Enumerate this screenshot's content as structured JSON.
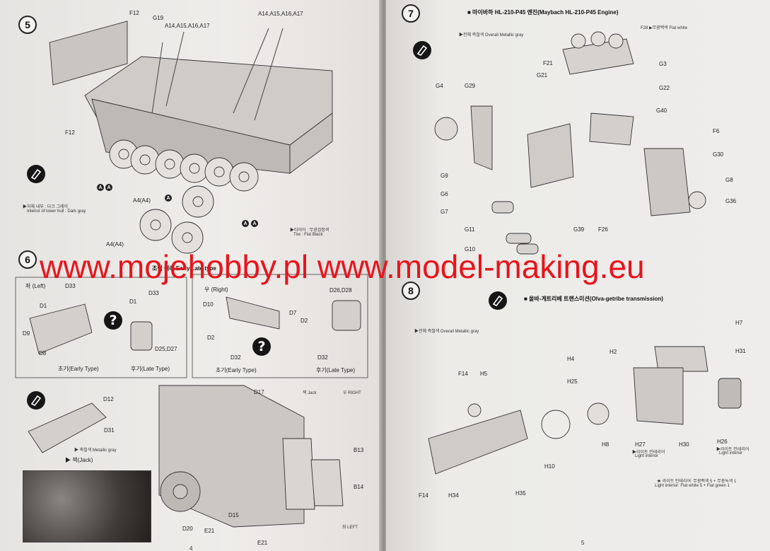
{
  "watermark": "www.mojehobby.pl www.model-making.eu",
  "left_page": {
    "page_number": "4",
    "step5": {
      "number": "5",
      "labels": {
        "f12_top": "F12",
        "g19": "G19",
        "a_group1": "A14,A15,A16,A17",
        "a_group2": "A14,A15,A16,A17",
        "f12_side": "F12",
        "a4_1": "A4(A4)",
        "a4_2": "A4(A4)"
      },
      "paint_note_ko": "▶차체 내부 : 다크 그레이",
      "paint_note_en": "Interior of lower hull : Dark gray",
      "tire_note_ko": "▶타이어 : 무광검정색",
      "tire_note_en": "Tire : Flat Black",
      "ab_marks": [
        "A",
        "A",
        "A",
        "A",
        "A"
      ]
    },
    "step6": {
      "number": "6",
      "header": "조립 여러 Early/Late type",
      "left_box": {
        "side": "좌 (Left)",
        "labels": [
          "D33",
          "D1",
          "D9",
          "D8",
          "D33",
          "D1",
          "D25,D27"
        ],
        "early": "초기(Early Type)",
        "late": "후기(Late Type)"
      },
      "right_box": {
        "side": "우 (Right)",
        "labels": [
          "D26,D28",
          "D10",
          "D7",
          "D2",
          "D2",
          "D32",
          "D32"
        ],
        "early": "초기(Early Type)",
        "late": "후기(Late Type)"
      },
      "jack_labels": [
        "D12",
        "D31"
      ],
      "jack_note": "▶ 측철색 Metallic gray",
      "jack_title": "▶ 잭(Jack)",
      "hull_labels": {
        "d17": "D17",
        "jack": "잭 Jack",
        "right": "우 RIGHT",
        "b13": "B13",
        "b14": "B14",
        "left": "좌 LEFT",
        "d20": "D20",
        "e21a": "E21",
        "d15": "D15",
        "e21b": "E21"
      }
    }
  },
  "right_page": {
    "page_number": "5",
    "step7": {
      "number": "7",
      "title": "■ 마이바하 HL-210-P45 엔진(Maybach HL-210-P45 Engine)",
      "note": "▶전체 측철색 Overall Metallic gray",
      "f28_note": "F28 ▶무광백색 Flat white",
      "labels": [
        "G3",
        "F21",
        "G21",
        "G4",
        "G29",
        "G22",
        "G40",
        "F6",
        "G30",
        "G8",
        "G36",
        "G9",
        "G6",
        "G7",
        "G11",
        "G10",
        "G39",
        "F26"
      ]
    },
    "step8": {
      "number": "8",
      "title": "■ 올바-게트리베 트랜스미션(Olva-getribe transmission)",
      "note": "▶전체 측철색 Overall Metallic gray",
      "labels": [
        "H7",
        "H2",
        "H31",
        "H4",
        "F14",
        "H5",
        "H25",
        "H8",
        "H27",
        "H30",
        "H26",
        "H10",
        "F14",
        "H34",
        "H35"
      ],
      "h27_note_ko": "▶라이트 인테리어",
      "h27_note_en": "Light interior",
      "h26_note_ko": "▶라이트 인테리어",
      "h26_note_en": "Light interior",
      "mix_note_ko": "★ 라이트 인테리어: 무광백색 5 + 무광녹색 1",
      "mix_note_en": "Light interior: Flat white 5 + Flat green 1"
    }
  }
}
